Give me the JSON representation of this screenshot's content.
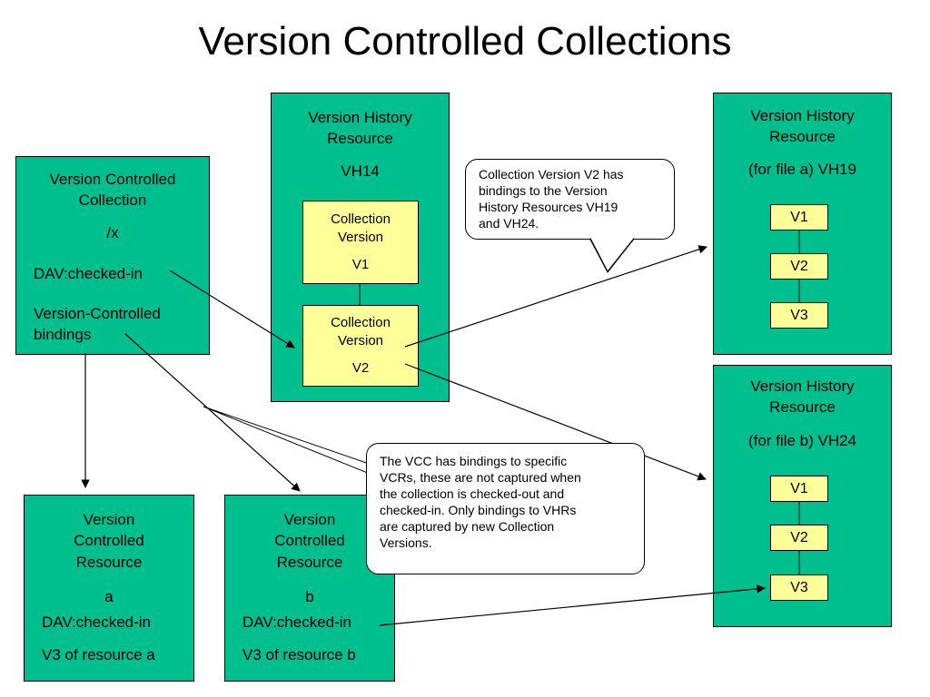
{
  "title": "Version Controlled Collections",
  "vcc": {
    "line1": "Version Controlled",
    "line2": "Collection",
    "path": "/x",
    "checked_in": "DAV:checked-in",
    "bindings_1": "Version-Controlled",
    "bindings_2": "bindings"
  },
  "vh14": {
    "line1": "Version History",
    "line2": "Resource",
    "id": "VH14",
    "cv1": {
      "l1": "Collection",
      "l2": "Version",
      "v": "V1"
    },
    "cv2": {
      "l1": "Collection",
      "l2": "Version",
      "v": "V2"
    }
  },
  "vh19": {
    "line1": "Version History",
    "line2": "Resource",
    "id": "(for file a) VH19",
    "versions": [
      "V1",
      "V2",
      "V3"
    ]
  },
  "vh24": {
    "line1": "Version History",
    "line2": "Resource",
    "id": "(for file b) VH24",
    "versions": [
      "V1",
      "V2",
      "V3"
    ]
  },
  "vcr_a": {
    "line1": "Version",
    "line2": "Controlled",
    "line3": "Resource",
    "name": "a",
    "checked_in": "DAV:checked-in",
    "version": "V3 of resource a"
  },
  "vcr_b": {
    "line1": "Version",
    "line2": "Controlled",
    "line3": "Resource",
    "name": "b",
    "checked_in": "DAV:checked-in",
    "version": "V3 of resource b"
  },
  "callout_top": {
    "l1": "Collection Version V2 has",
    "l2": "bindings to the Version",
    "l3": "History Resources VH19",
    "l4": "and VH24."
  },
  "callout_bottom": {
    "l1": "The VCC has bindings to specific",
    "l2": "VCRs, these are not captured when",
    "l3": "the collection is checked-out and",
    "l4": "checked-in.  Only bindings to VHRs",
    "l5": "are captured by new Collection",
    "l6": "Versions."
  },
  "colors": {
    "box_green": "#00BF8F",
    "version_yellow": "#FFFF99",
    "callout_bg": "#FFFFFF"
  }
}
